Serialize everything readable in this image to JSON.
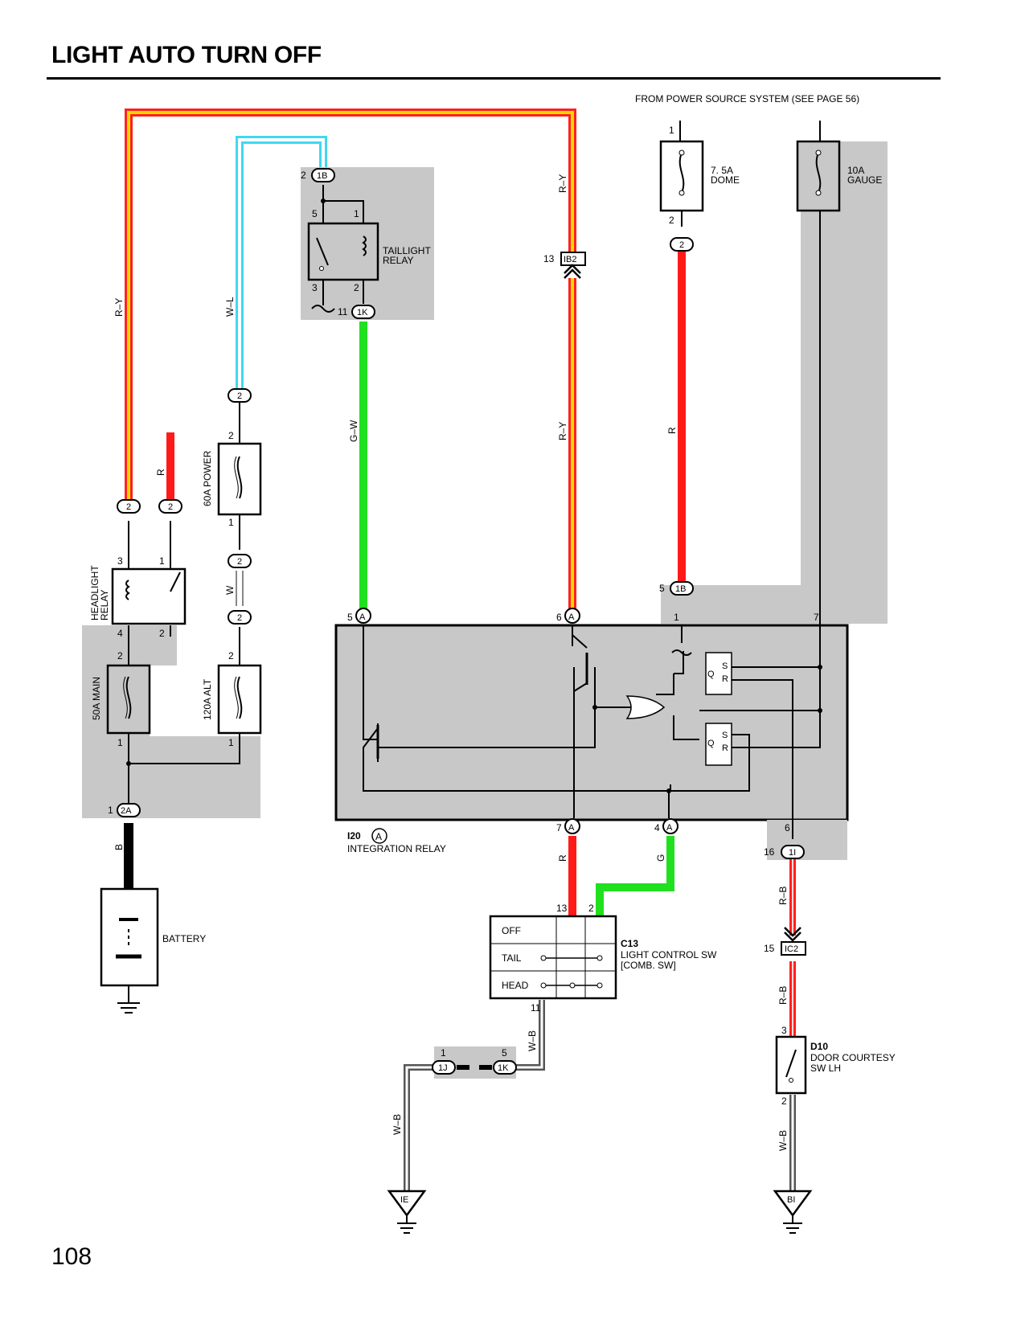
{
  "title": "LIGHT AUTO TURN OFF",
  "page_number": "108",
  "colors": {
    "r_y_outer": "#ff2020",
    "r_y_inner": "#ffd700",
    "w_l": "#40d8f0",
    "g_w": "#20e020",
    "r": "#ff1a1a",
    "g": "#20e020",
    "r_b": "#ff2020",
    "shade": "#c8c8c8"
  },
  "header_note": "FROM POWER SOURCE SYSTEM (SEE PAGE 56)",
  "fuses": {
    "dome": {
      "line1": "7. 5A",
      "line2": "DOME"
    },
    "gauge": {
      "line1": "10A",
      "line2": "GAUGE"
    },
    "power": "60A POWER",
    "main": "50A MAIN",
    "alt": "120A ALT"
  },
  "relays": {
    "taillight": {
      "line1": "TAILLIGHT",
      "line2": "RELAY"
    },
    "headlight": {
      "line1": "HEADLIGHT",
      "line2": "RELAY"
    }
  },
  "components": {
    "battery": "BATTERY",
    "integration_code": "I20",
    "integration_connector": "A",
    "integration_name": "INTEGRATION RELAY",
    "light_sw_code": "C13",
    "light_sw_line1": "LIGHT CONTROL SW",
    "light_sw_line2": "[COMB.  SW]",
    "door_sw_code": "D10",
    "door_sw_line1": "DOOR COURTESY",
    "door_sw_line2": "SW LH",
    "switch_positions": [
      "OFF",
      "TAIL",
      "HEAD"
    ],
    "logic_s": "S",
    "logic_r": "R",
    "logic_q": "Q"
  },
  "wire_labels": {
    "r_y": "R–Y",
    "w_l": "W–L",
    "r": "R",
    "w": "W",
    "g_w": "G–W",
    "b": "B",
    "g": "G",
    "r_b": "R–B",
    "w_b": "W–B"
  },
  "connectors": {
    "c_1b": "1B",
    "c_1k": "1K",
    "c_ib2": "IB2",
    "c_2": "2",
    "c_2a": "2A",
    "c_a": "A",
    "c_1i": "1I",
    "c_ic2": "IC2",
    "c_1j": "1J",
    "ground_ie": "IE",
    "ground_bi": "BI"
  },
  "pins": {
    "p1": "1",
    "p2": "2",
    "p3": "3",
    "p4": "4",
    "p5": "5",
    "p6": "6",
    "p7": "7",
    "p11": "11",
    "p13": "13",
    "p15": "15",
    "p16": "16"
  }
}
